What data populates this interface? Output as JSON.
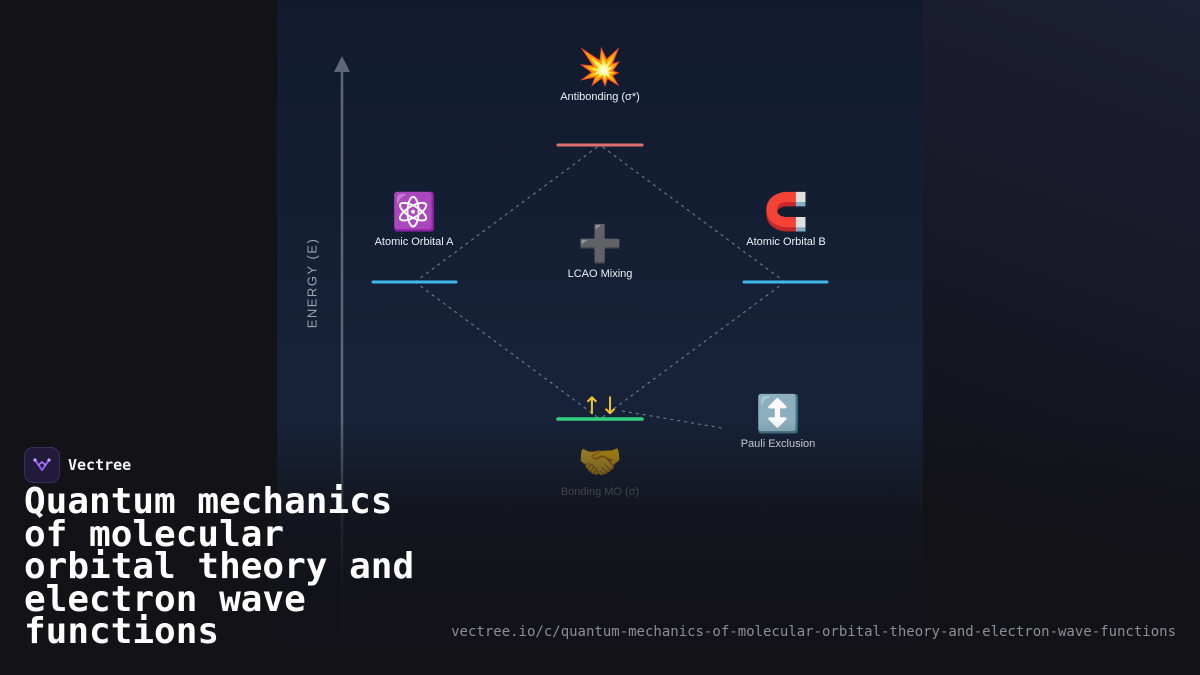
{
  "diagram": {
    "axis_label": "ENERGY (E)",
    "nodes": {
      "antibonding": {
        "icon": "collision-icon",
        "emoji": "💥",
        "label": "Antibonding (σ*)"
      },
      "orbital_a": {
        "icon": "atom-icon",
        "emoji": "⚛️",
        "label": "Atomic Orbital A"
      },
      "lcao": {
        "icon": "plus-icon",
        "emoji": "➕",
        "label": "LCAO Mixing"
      },
      "orbital_b": {
        "icon": "magnet-icon",
        "emoji": "🧲",
        "label": "Atomic Orbital B"
      },
      "pauli": {
        "icon": "up-down-arrow-icon",
        "emoji": "↕️",
        "label": "Pauli Exclusion"
      },
      "bonding": {
        "icon": "handshake-icon",
        "emoji": "🤝",
        "label": "Bonding MO (σ)"
      }
    },
    "spin_pair": "↑↓",
    "colors": {
      "antibonding_level": "#e07070",
      "atomic_level": "#3fb6ee",
      "bonding_level": "#35d07f",
      "spin": "#f2c230",
      "axis": "#5c6678",
      "connector": "#6c7588"
    }
  },
  "brand": {
    "name": "Vectree",
    "logo_icon": "vectree-logo-icon"
  },
  "title": "Quantum mechanics of molecular orbital theory and electron wave functions",
  "url": "vectree.io/c/quantum-mechanics-of-molecular-orbital-theory-and-electron-wave-functions"
}
